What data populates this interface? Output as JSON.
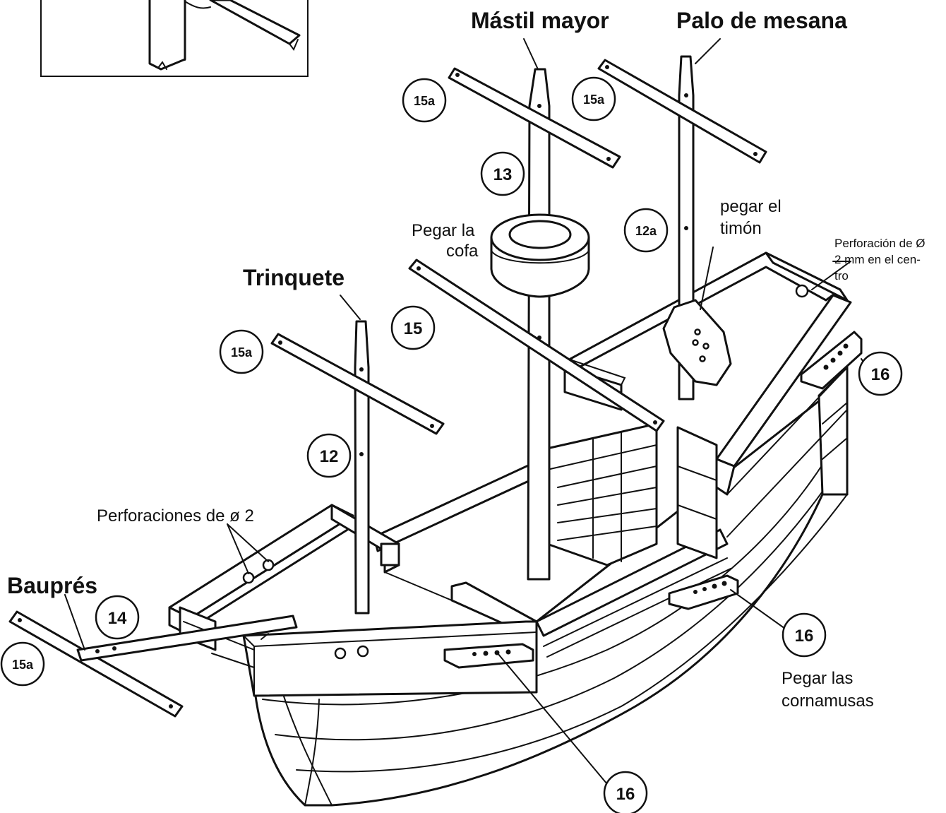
{
  "labels": {
    "main_mast": "Mástil mayor",
    "mizzen_mast": "Palo de mesana",
    "foremast": "Trinquete",
    "bowsprit": "Bauprés",
    "glue_top": [
      "Pegar la",
      "cofa"
    ],
    "glue_wheel": [
      "pegar el",
      "timón"
    ],
    "drill_center": [
      "Perforación de Ø",
      "2 mm en el cen-",
      "tro"
    ],
    "drill_holes": "Perforaciones de ø 2",
    "glue_cleats": [
      "Pegar las",
      "cornamusas"
    ]
  },
  "callouts": {
    "c15a_top_left": "15a",
    "c15a_top_right": "15a",
    "c13": "13",
    "c12a": "12a",
    "c15": "15",
    "c15a_fore": "15a",
    "c12": "12",
    "c14": "14",
    "c15a_bow": "15a",
    "c16_right": "16",
    "c16_mid": "16",
    "c16_bottom": "16"
  }
}
